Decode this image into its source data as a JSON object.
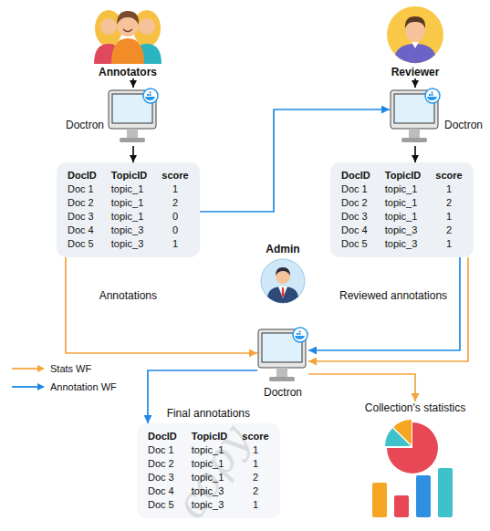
{
  "diagram": {
    "nodes": [
      {
        "text": [
          "Annotators"
        ]
      },
      {
        "text": [
          "Doctron"
        ]
      },
      {
        "text": [
          "DocID",
          "TopicID",
          "score",
          "Doc 1",
          "topic_1",
          "1",
          "Doc 2",
          "topic_1",
          "2",
          "Doc 3",
          "topic_1",
          "0",
          "Doc 4",
          "topic_3",
          "0",
          "Doc 5",
          "topic_3",
          "1",
          "Annotations"
        ]
      },
      {
        "text": [
          "Reviewer"
        ]
      },
      {
        "text": [
          "Doctron"
        ]
      },
      {
        "text": [
          "DocID",
          "TopicID",
          "score",
          "Doc 1",
          "topic_1",
          "1",
          "Doc 2",
          "topic_1",
          "2",
          "Doc 3",
          "topic_1",
          "1",
          "Doc 4",
          "topic_3",
          "2",
          "Doc 5",
          "topic_3",
          "1",
          "Reviewed annotations"
        ]
      },
      {
        "text": [
          "Admin"
        ]
      },
      {
        "text": [
          "Doctron"
        ]
      },
      {
        "text": [
          "Final annotations",
          "DocID",
          "TopicID",
          "score",
          "Doc 1",
          "topic_1",
          "1",
          "Doc 2",
          "topic_1",
          "1",
          "Doc 3",
          "topic_1",
          "2",
          "Doc 4",
          "topic_3",
          "2",
          "Doc 5",
          "topic_3",
          "1"
        ]
      },
      {
        "text": [
          "Collection's statistics"
        ]
      }
    ],
    "edges": [
      {
        "from": 0,
        "to": 1,
        "arrow": "to"
      },
      {
        "from": 1,
        "to": 2,
        "arrow": "to"
      },
      {
        "from": 2,
        "to": 4,
        "arrow": "to"
      },
      {
        "from": 3,
        "to": 4,
        "arrow": "to"
      },
      {
        "from": 4,
        "to": 5,
        "arrow": "to"
      },
      {
        "from": 2,
        "to": 7,
        "arrow": "to"
      },
      {
        "from": 5,
        "to": 7,
        "arrow": "to"
      },
      {
        "from": 5,
        "to": 7,
        "arrow": "to"
      },
      {
        "from": 7,
        "to": 8,
        "arrow": "to"
      },
      {
        "from": 7,
        "to": 9,
        "arrow": "to"
      }
    ],
    "labels": [
      "copy"
    ],
    "legend": [
      {
        "text": "Stats WF"
      },
      {
        "text": "Annotation WF"
      }
    ]
  }
}
